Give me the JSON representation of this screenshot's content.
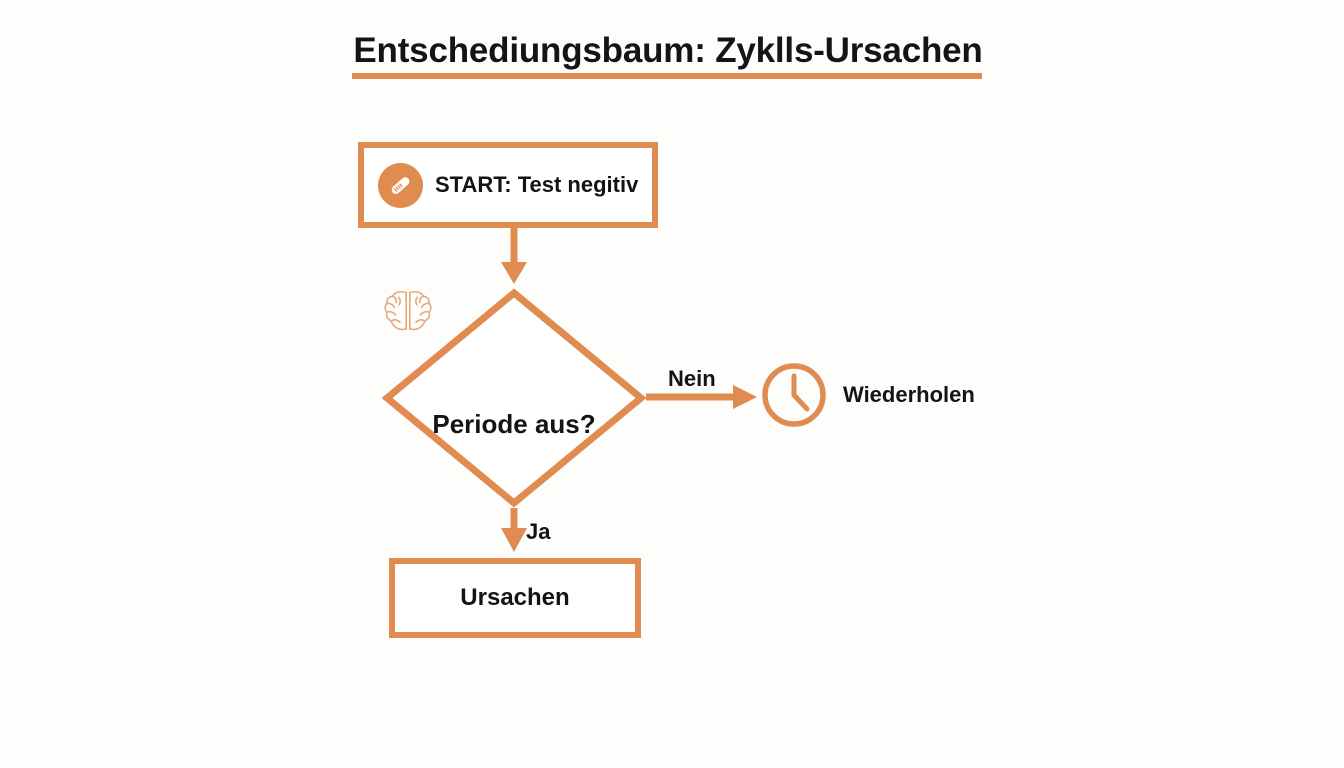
{
  "page": {
    "title": "Entschediungsbaum: Zyklls-Ursachen",
    "background_color": "#fdfdfc",
    "accent_color": "#e08b50",
    "text_color": "#141414"
  },
  "flowchart": {
    "start": {
      "label": "START: Test negitiv",
      "icon": "pregnancy-test-icon"
    },
    "decision": {
      "label": "Periode aus?",
      "icon": "brain-icon"
    },
    "edges": {
      "no_label": "Nein",
      "yes_label": "Ja"
    },
    "repeat": {
      "label": "Wiederholen",
      "icon": "clock-icon"
    },
    "result": {
      "label": "Ursachen"
    }
  }
}
